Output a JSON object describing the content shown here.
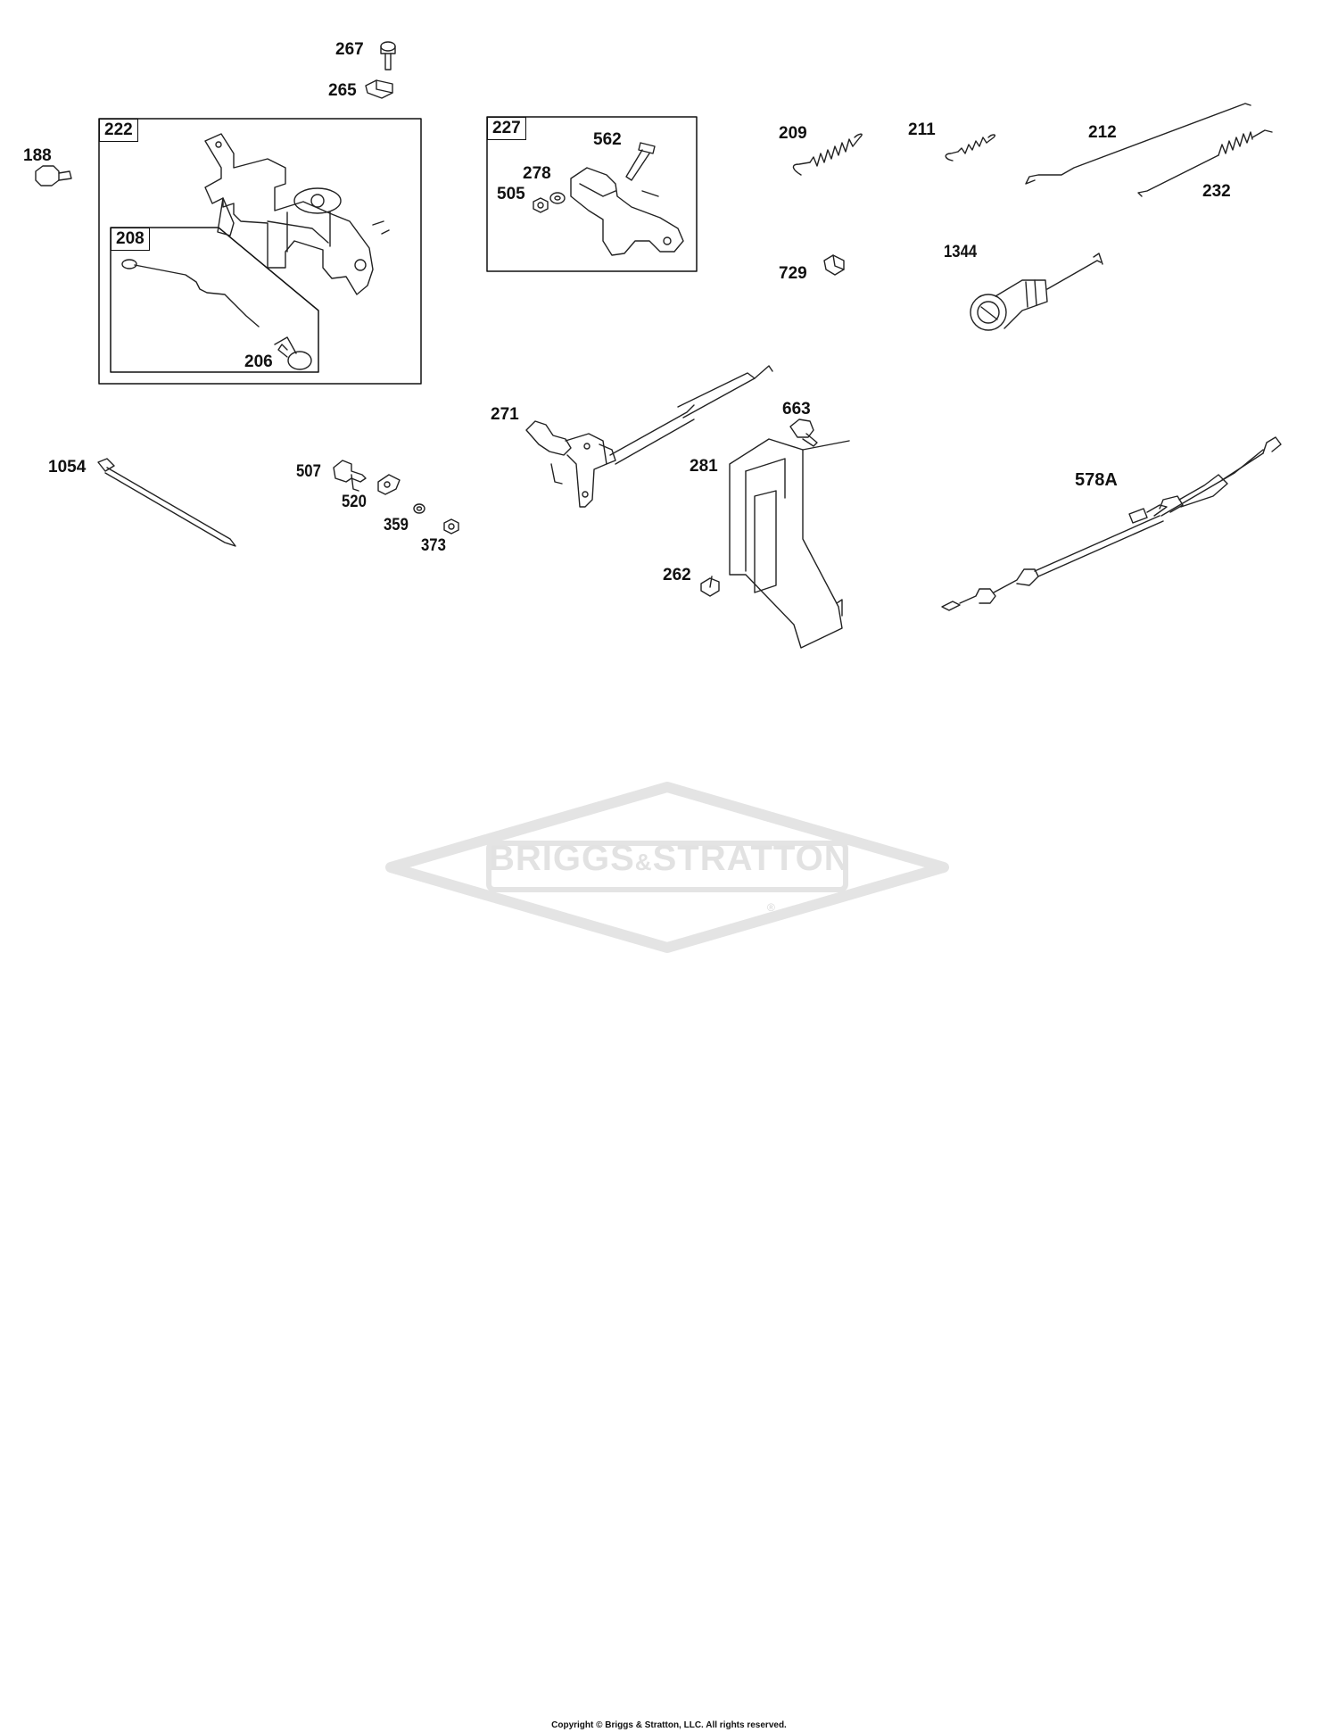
{
  "parts": {
    "p267": "267",
    "p265": "265",
    "p188": "188",
    "p222": "222",
    "p208": "208",
    "p206": "206",
    "p227": "227",
    "p562": "562",
    "p278": "278",
    "p505": "505",
    "p209": "209",
    "p211": "211",
    "p212": "212",
    "p232": "232",
    "p729": "729",
    "p1344": "1344",
    "p271": "271",
    "p663": "663",
    "p281": "281",
    "p578A": "578A",
    "p262": "262",
    "p1054": "1054",
    "p507": "507",
    "p520": "520",
    "p359": "359",
    "p373": "373"
  },
  "watermark": {
    "brand_left": "BRIGGS",
    "brand_amp": "&",
    "brand_right": "STRATTON",
    "registered": "®"
  },
  "footer": {
    "copyright": "Copyright © Briggs & Stratton, LLC. All rights reserved."
  }
}
